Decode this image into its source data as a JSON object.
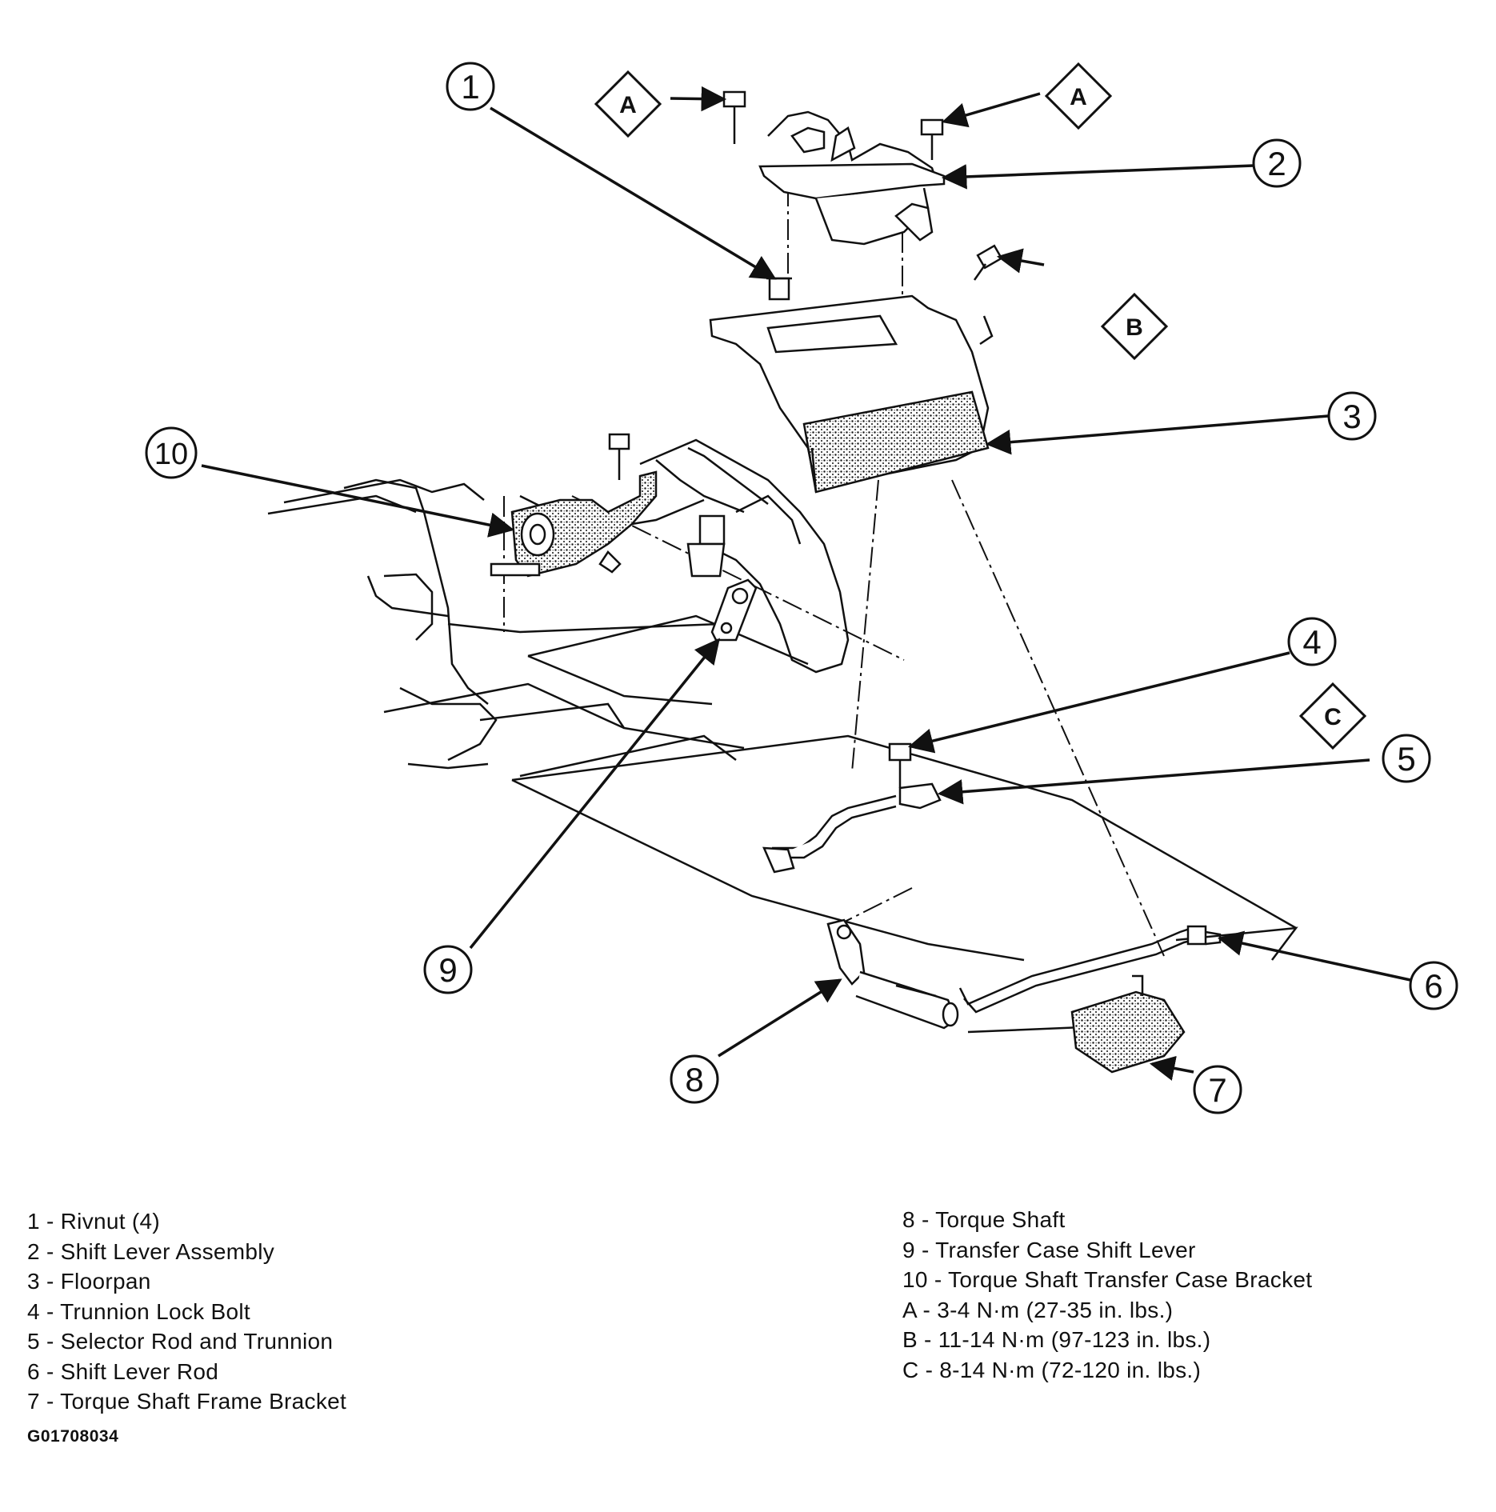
{
  "callouts": [
    "1",
    "2",
    "3",
    "4",
    "5",
    "6",
    "7",
    "8",
    "9",
    "10"
  ],
  "torque_markers": [
    "A",
    "A",
    "B",
    "C"
  ],
  "legend": {
    "left": [
      "1 - Rivnut (4)",
      "2 - Shift Lever Assembly",
      "3 - Floorpan",
      "4 - Trunnion Lock Bolt",
      "5 - Selector Rod and Trunnion",
      "6 - Shift Lever Rod",
      "7 - Torque Shaft Frame Bracket"
    ],
    "right": [
      "8 - Torque Shaft",
      "9 - Transfer Case Shift Lever",
      "10 - Torque Shaft Transfer Case Bracket",
      "A - 3-4 N·m (27-35 in. lbs.)",
      "B - 11-14 N·m (97-123 in. lbs.)",
      "C - 8-14 N·m (72-120 in. lbs.)"
    ]
  },
  "figure_id": "G01708034"
}
